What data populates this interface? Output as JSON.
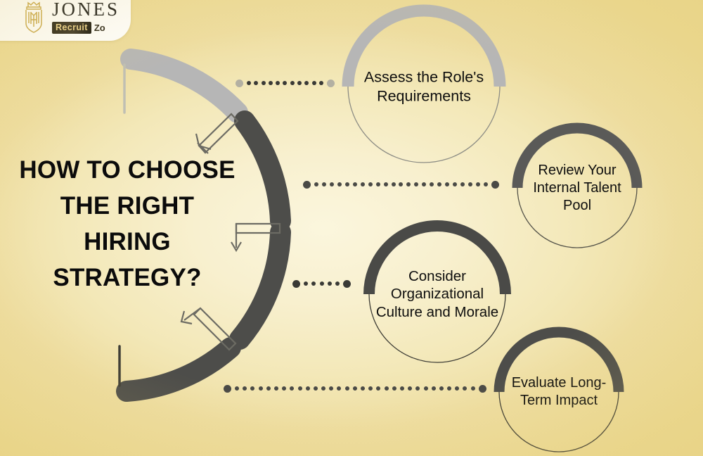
{
  "brand": {
    "name": "JONES",
    "badge_word": "Recruit",
    "badge_tail": "Zo",
    "logo_icon": "crest-monogram-icon",
    "badge_bg": "#2b2619",
    "badge_text_color": "#e8cf8a",
    "gold": "#c9a84c"
  },
  "headline": {
    "text": "HOW TO CHOOSE THE RIGHT HIRING STRATEGY?",
    "color": "#0b0b0b"
  },
  "theme": {
    "background_light": "#fbf6dd",
    "background_deep": "#ecd98e",
    "arc_light": "#b6b6b6",
    "arc_dark": "#4d4d4d",
    "arrow_stroke": "#4a4a46",
    "text_color": "#0d0d0d",
    "hairline": "#6b6a5e"
  },
  "steps": [
    {
      "index": 1,
      "label": "Assess the Role's Requirements",
      "arc_color": "#b6b6b6",
      "hairline_color": "#8d8d85",
      "connector_color": "#3a3a36",
      "connector_end_color": "#b3b0a2"
    },
    {
      "index": 2,
      "label": "Review Your Internal Talent Pool",
      "arc_color": "#5a5a58",
      "hairline_color": "#55544a",
      "connector_color": "#4a4a46",
      "connector_end_color": "#4a4a46"
    },
    {
      "index": 3,
      "label": "Consider Organizational Culture and Morale",
      "arc_color": "#4a4a47",
      "hairline_color": "#3d3c35",
      "connector_color": "#3a3a36",
      "connector_end_color": "#3a3a36"
    },
    {
      "index": 4,
      "label": "Evaluate Long-Term Impact",
      "arc_color": "#4d4d4a",
      "hairline_color": "#3d3c35",
      "connector_color": "#4a4a46",
      "connector_end_color": "#4a4a46"
    }
  ],
  "connectors": [
    {
      "id": 1,
      "dots": 11
    },
    {
      "id": 2,
      "dots": 23
    },
    {
      "id": 3,
      "dots": 5
    },
    {
      "id": 4,
      "dots": 31
    }
  ],
  "arrows": [
    {
      "id": 1,
      "direction": "down-right",
      "points_to_step": 1
    },
    {
      "id": 2,
      "direction": "down-left",
      "points_to_step": 2
    },
    {
      "id": 3,
      "direction": "up-left",
      "points_to_step": 3
    }
  ]
}
